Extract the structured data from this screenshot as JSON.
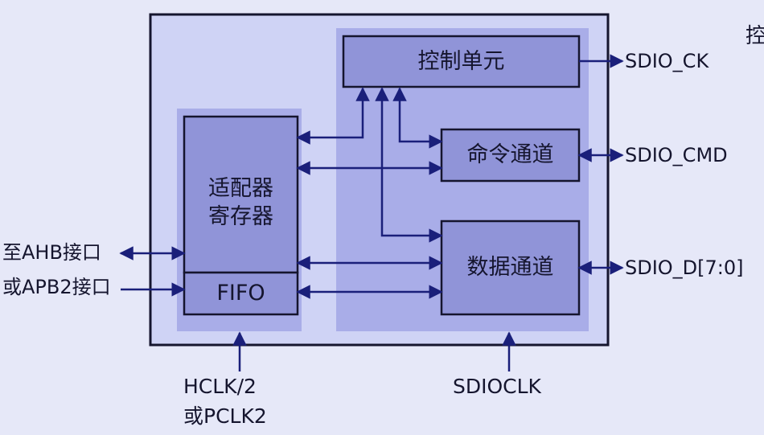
{
  "blocks": {
    "control_unit": "控制单元",
    "command_path": "命令通道",
    "data_path": "数据通道",
    "adapter_register": [
      "适配器",
      "寄存器"
    ],
    "fifo": "FIFO"
  },
  "signals": {
    "sdio_ck": "SDIO_CK",
    "sdio_cmd": "SDIO_CMD",
    "sdio_d": "SDIO_D[7:0]",
    "ahb_interface": "至AHB接口",
    "apb2_interface": "或APB2接口",
    "hclk": "HCLK/2",
    "pclk": "或PCLK2",
    "sdioclk": "SDIOCLK"
  },
  "cropped_text": "控",
  "colors": {
    "background": "#e6e8f8",
    "outer_box_fill": "#cfd3f5",
    "region_fill": "#a9ade8",
    "block_fill": "#9094d8",
    "stroke": "#15152e",
    "arrow": "#1a1f7a"
  }
}
